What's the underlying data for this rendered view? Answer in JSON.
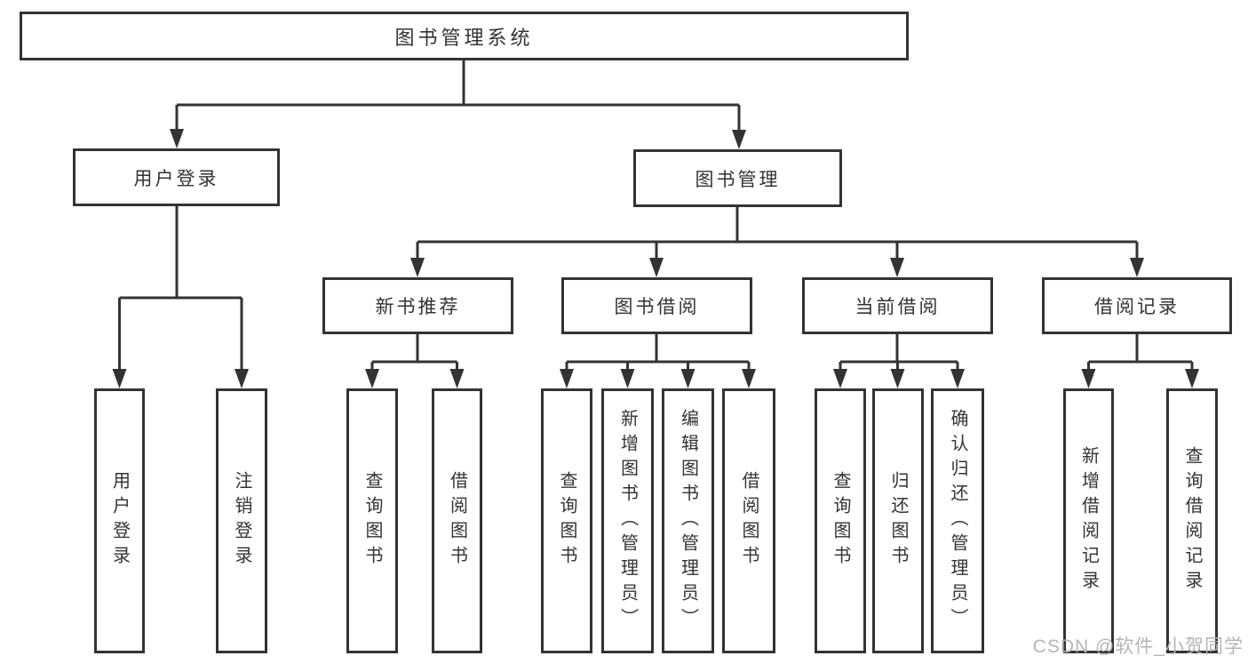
{
  "diagram": {
    "title": "图书管理系统",
    "hierarchy": {
      "图书管理系统": {
        "用户登录": [
          "用户登录",
          "注销登录"
        ],
        "图书管理": {
          "新书推荐": [
            "查询图书",
            "借阅图书"
          ],
          "图书借阅": [
            "查询图书",
            "新增图书（管理员）",
            "编辑图书（管理员）",
            "借阅图书"
          ],
          "当前借阅": [
            "查询图书",
            "归还图书",
            "确认归还（管理员）"
          ],
          "借阅记录": [
            "新增借阅记录",
            "查询借阅记录"
          ]
        }
      }
    }
  },
  "nodes": {
    "root": {
      "label": "图书管理系统"
    },
    "user_login": {
      "label": "用户登录"
    },
    "book_mgmt": {
      "label": "图书管理"
    },
    "new_book_rec": {
      "label": "新书推荐"
    },
    "book_borrow": {
      "label": "图书借阅"
    },
    "current_borrow": {
      "label": "当前借阅"
    },
    "borrow_records": {
      "label": "借阅记录"
    },
    "ul_user_login": {
      "label": "用户登录"
    },
    "ul_logout": {
      "label": "注销登录"
    },
    "nbr_query": {
      "label": "查询图书"
    },
    "nbr_borrow": {
      "label": "借阅图书"
    },
    "bb_query": {
      "label": "查询图书"
    },
    "bb_add": {
      "label": "新增图书（管理员）"
    },
    "bb_edit": {
      "label": "编辑图书（管理员）"
    },
    "bb_borrow": {
      "label": "借阅图书"
    },
    "cb_query": {
      "label": "查询图书"
    },
    "cb_return": {
      "label": "归还图书"
    },
    "cb_confirm": {
      "label": "确认归还（管理员）"
    },
    "br_add": {
      "label": "新增借阅记录"
    },
    "br_query": {
      "label": "查询借阅记录"
    }
  },
  "watermark": {
    "text": "CSDN @软件_小贺同学"
  },
  "colors": {
    "line": "#333333",
    "text": "#333333",
    "watermark": "#b5b5b7",
    "background": "#ffffff"
  }
}
